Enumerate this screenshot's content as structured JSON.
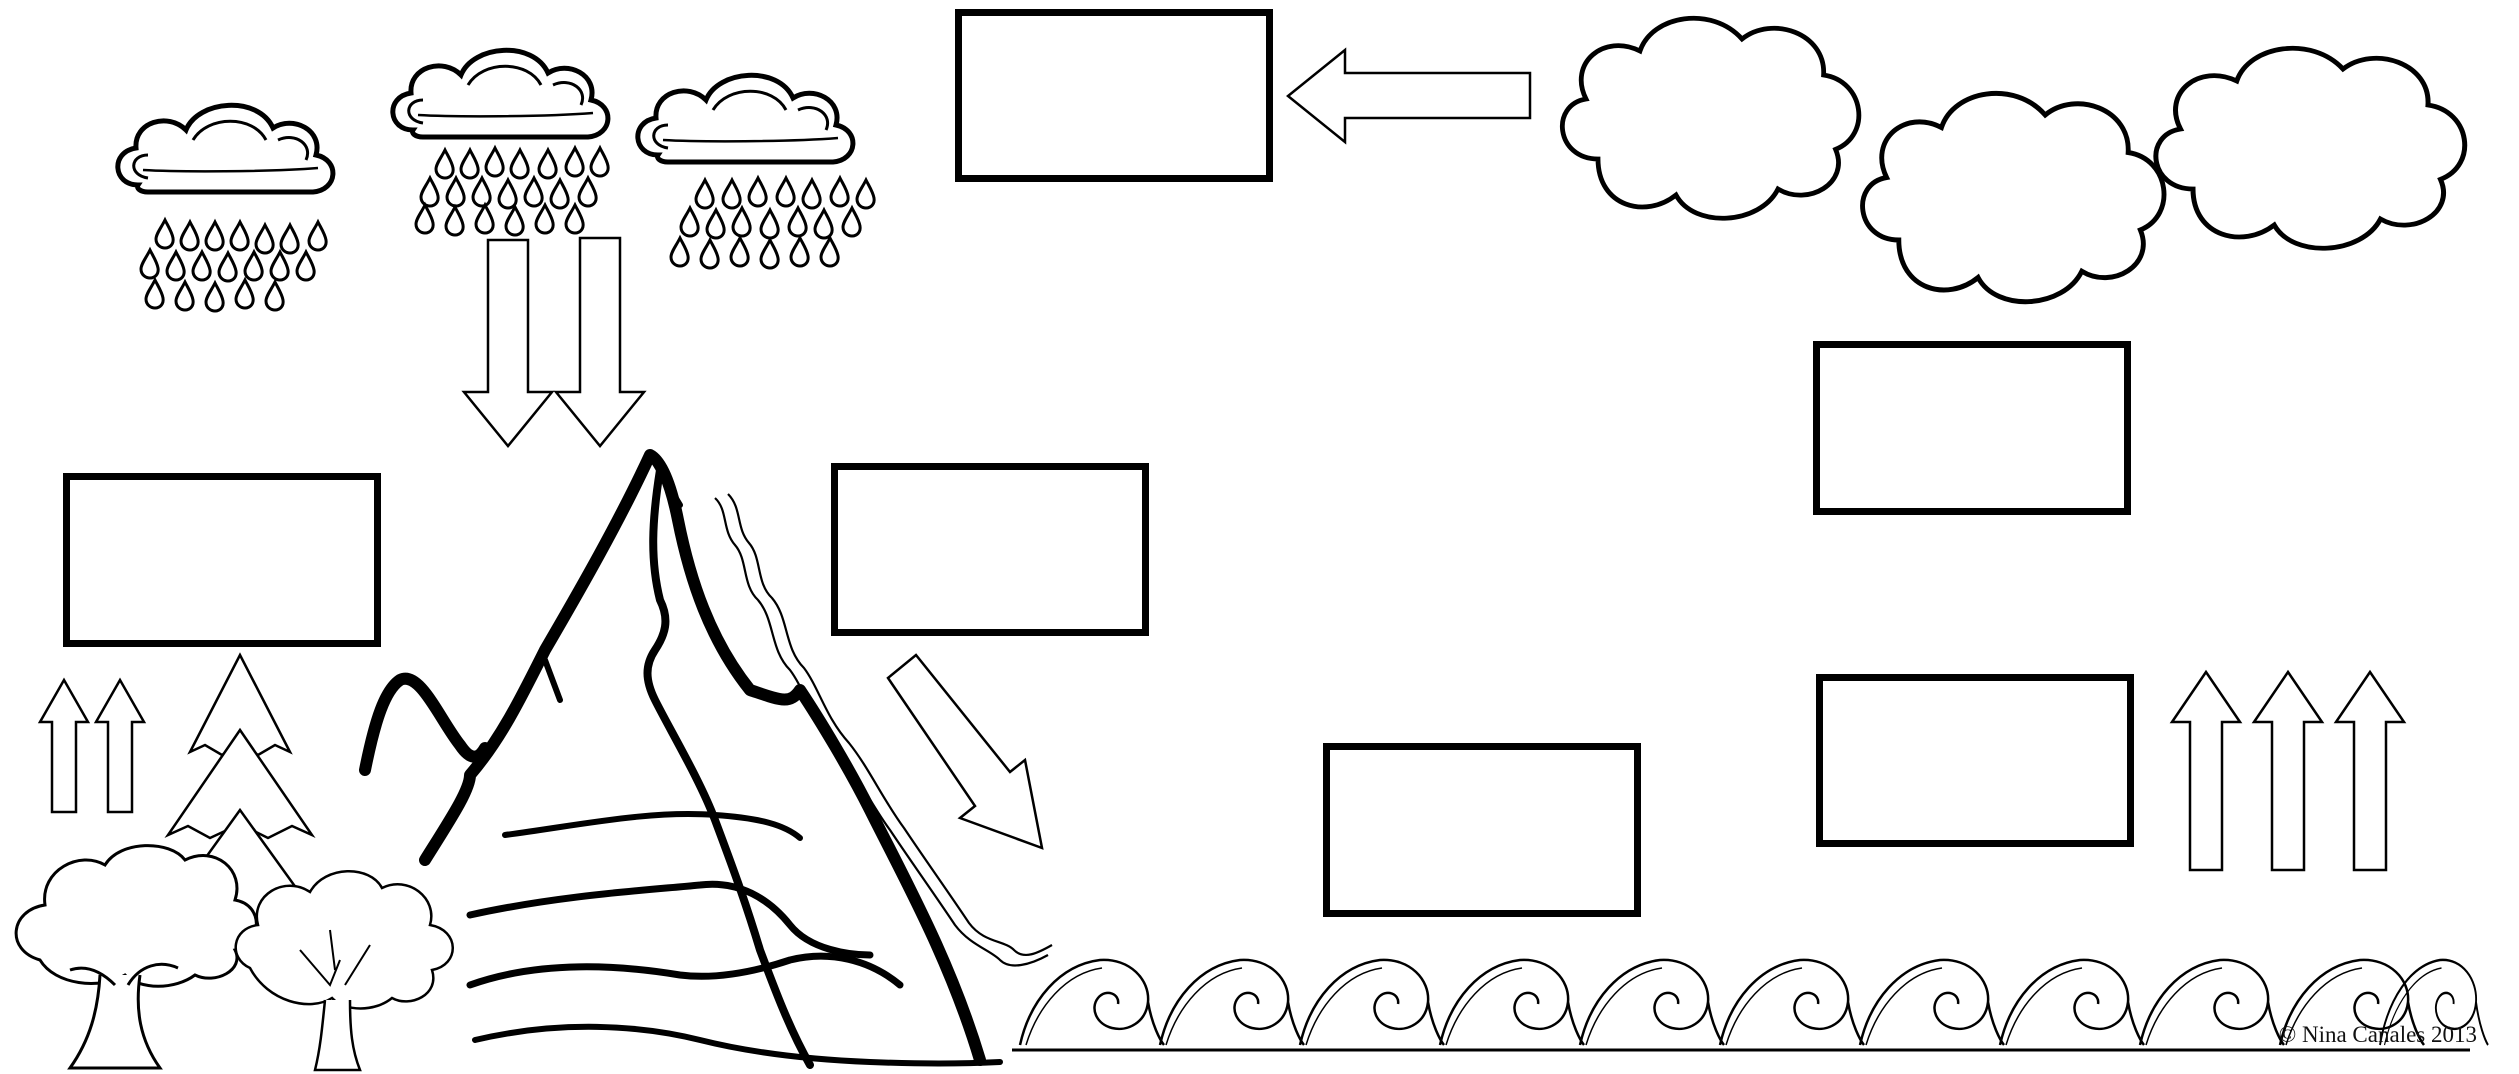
{
  "copyright": "© Nina Canales 2013",
  "label_boxes": [
    {
      "id": "condensation",
      "text": ""
    },
    {
      "id": "evaporation-upper",
      "text": ""
    },
    {
      "id": "evaporation-lower",
      "text": ""
    },
    {
      "id": "runoff",
      "text": ""
    },
    {
      "id": "collection",
      "text": ""
    },
    {
      "id": "transpiration",
      "text": ""
    }
  ],
  "colors": {
    "stroke": "#000000",
    "background": "#ffffff"
  }
}
